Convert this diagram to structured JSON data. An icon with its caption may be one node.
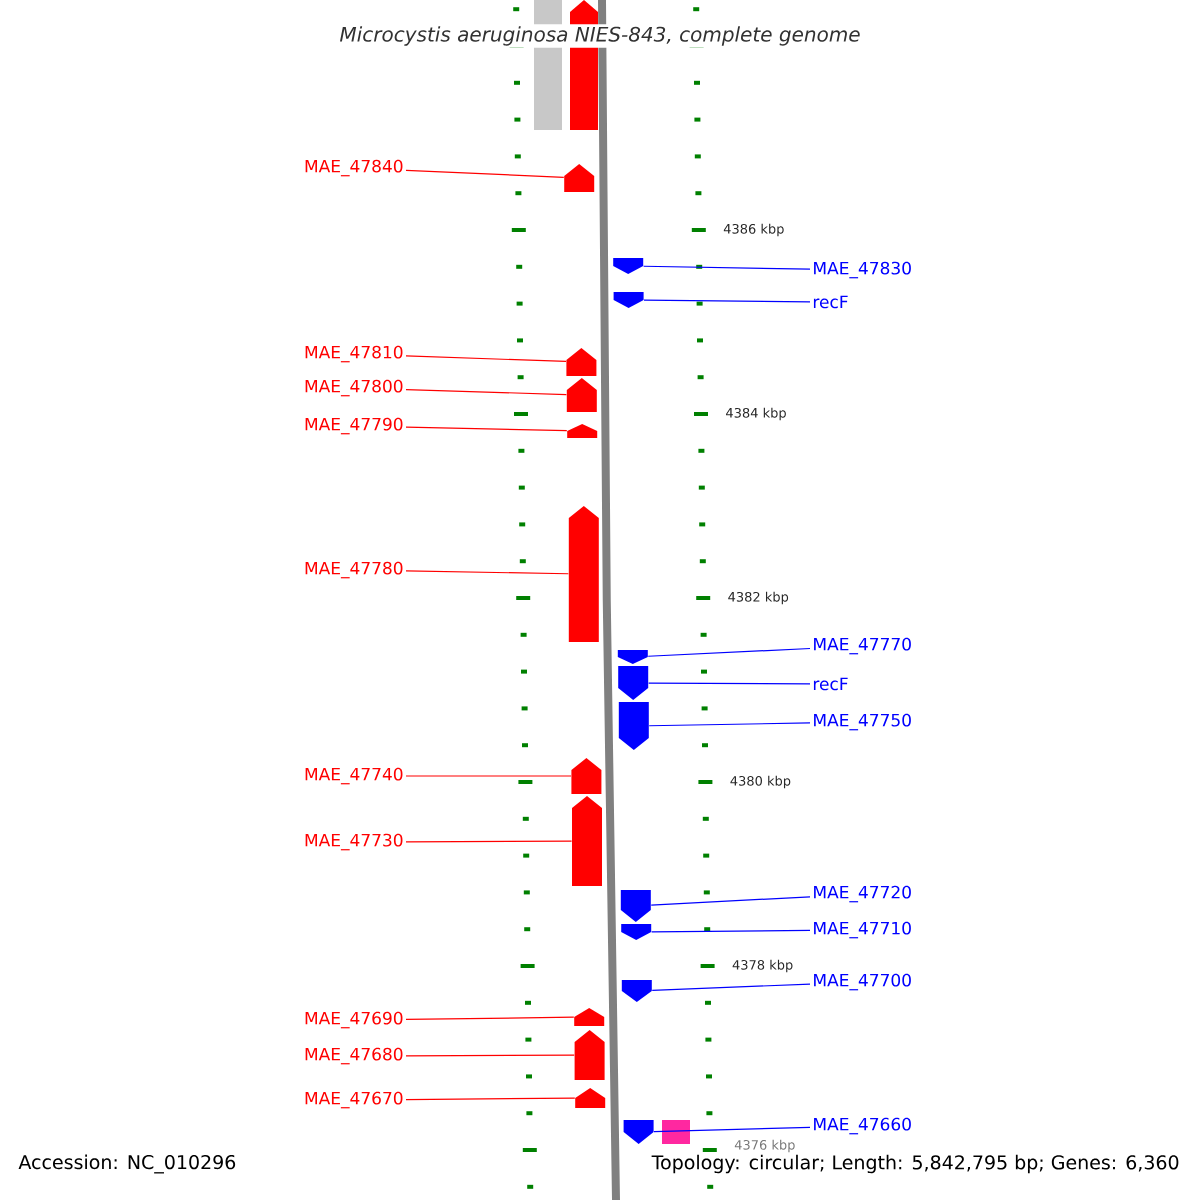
{
  "diagram": {
    "title": "*Microcystis aeruginosa* NIES-843, complete genome",
    "nodes": [
      {
        "text": [
          "MAE_47840"
        ]
      },
      {
        "text": [],
        "shape": "arrow"
      },
      {
        "text": [
          "MAE_47830"
        ]
      },
      {
        "text": [],
        "shape": "arrow"
      },
      {
        "text": [
          "recF"
        ]
      },
      {
        "text": [],
        "shape": "arrow"
      },
      {
        "text": [
          "MAE_47810"
        ]
      },
      {
        "text": [],
        "shape": "arrow"
      },
      {
        "text": [
          "MAE_47800"
        ]
      },
      {
        "text": [],
        "shape": "arrow"
      },
      {
        "text": [
          "MAE_47790"
        ]
      },
      {
        "text": [],
        "shape": "arrow"
      },
      {
        "text": [
          "MAE_47780"
        ]
      },
      {
        "text": [],
        "shape": "arrow"
      },
      {
        "text": [
          "MAE_47770"
        ]
      },
      {
        "text": [],
        "shape": "arrow"
      },
      {
        "text": [
          "recF"
        ]
      },
      {
        "text": [],
        "shape": "arrow"
      },
      {
        "text": [
          "MAE_47750"
        ]
      },
      {
        "text": [],
        "shape": "arrow"
      },
      {
        "text": [
          "MAE_47740"
        ]
      },
      {
        "text": [],
        "shape": "arrow"
      },
      {
        "text": [
          "MAE_47730"
        ]
      },
      {
        "text": [],
        "shape": "arrow"
      },
      {
        "text": [
          "MAE_47720"
        ]
      },
      {
        "text": [],
        "shape": "arrow"
      },
      {
        "text": [
          "MAE_47710"
        ]
      },
      {
        "text": [],
        "shape": "arrow"
      },
      {
        "text": [
          "MAE_47700"
        ]
      },
      {
        "text": [],
        "shape": "arrow"
      },
      {
        "text": [
          "MAE_47690"
        ]
      },
      {
        "text": [],
        "shape": "arrow"
      },
      {
        "text": [
          "MAE_47680"
        ]
      },
      {
        "text": [],
        "shape": "arrow"
      },
      {
        "text": [
          "MAE_47670"
        ]
      },
      {
        "text": [],
        "shape": "arrow"
      },
      {
        "text": [
          "MAE_47660"
        ]
      },
      {
        "text": [],
        "shape": "arrow"
      },
      {
        "text": [],
        "shape": "bar"
      },
      {
        "text": [],
        "shape": "arrow"
      },
      {
        "text": [],
        "shape": "box"
      }
    ],
    "edges": [
      {
        "from": 0,
        "to": 1,
        "arrow": "none"
      },
      {
        "from": 2,
        "to": 3,
        "arrow": "none",
        "color": "#0000ff"
      },
      {
        "from": 4,
        "to": 5,
        "arrow": "none",
        "color": "#0000ff"
      },
      {
        "from": 6,
        "to": 7,
        "arrow": "none"
      },
      {
        "from": 8,
        "to": 9,
        "arrow": "none"
      },
      {
        "from": 10,
        "to": 11,
        "arrow": "none"
      },
      {
        "from": 12,
        "to": 13,
        "arrow": "none"
      },
      {
        "from": 14,
        "to": 15,
        "arrow": "none",
        "color": "#0000ff"
      },
      {
        "from": 16,
        "to": 17,
        "arrow": "none",
        "color": "#0000ff"
      },
      {
        "from": 18,
        "to": 19,
        "arrow": "none",
        "color": "#0000ff"
      },
      {
        "from": 20,
        "to": 21,
        "arrow": "none"
      },
      {
        "from": 22,
        "to": 23,
        "arrow": "none"
      },
      {
        "from": 24,
        "to": 25,
        "arrow": "none",
        "color": "#0000ff"
      },
      {
        "from": 26,
        "to": 27,
        "arrow": "none",
        "color": "#0000ff"
      },
      {
        "from": 28,
        "to": 29,
        "arrow": "none",
        "color": "#0000ff"
      },
      {
        "from": 30,
        "to": 31,
        "arrow": "none"
      },
      {
        "from": 32,
        "to": 33,
        "arrow": "none"
      },
      {
        "from": 34,
        "to": 35,
        "arrow": "none"
      },
      {
        "from": 36,
        "to": 37,
        "arrow": "none",
        "color": "#0000ff"
      }
    ],
    "labels": [
      "4386 kbp",
      "4384 kbp",
      "4382 kbp",
      "4380 kbp",
      "4378 kbp",
      "4376 kbp",
      "Accession: NC_010296",
      "Topology: circular; Length: 5,842,795 bp; Genes: 6,360"
    ]
  }
}
